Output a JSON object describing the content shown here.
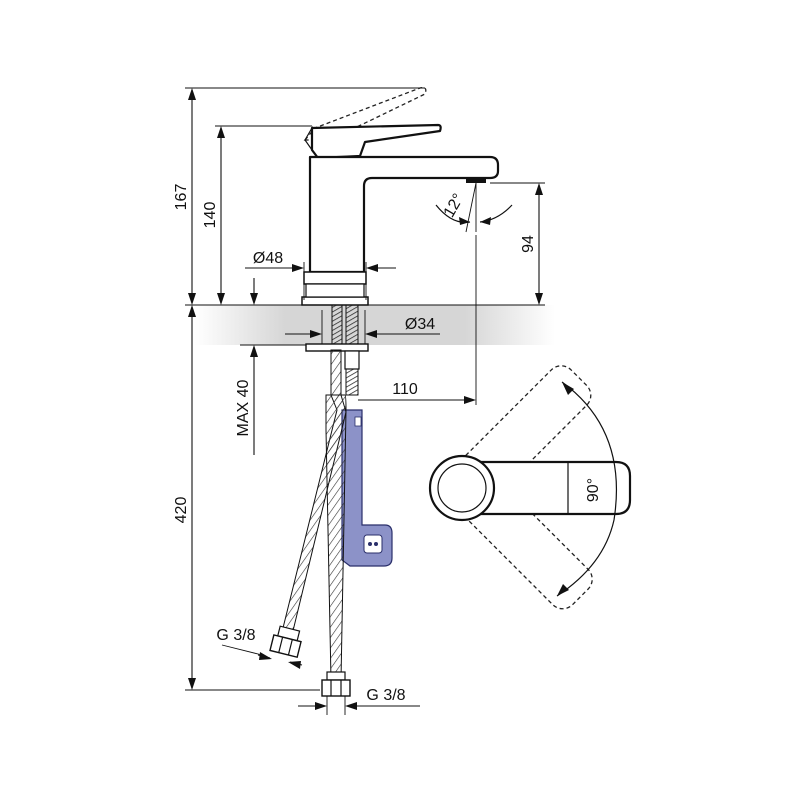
{
  "dimensions": {
    "total_height": "167",
    "body_height": "140",
    "base_diameter": "Ø48",
    "spout_angle": "12°",
    "spout_height": "94",
    "hole_diameter": "Ø34",
    "max_deck_thickness": "MAX 40",
    "spout_reach": "110",
    "hose_length": "420",
    "connection_left": "G 3/8",
    "connection_bottom": "G 3/8",
    "lever_rotation": "90°"
  },
  "colors": {
    "line": "#111111",
    "deck": "#d9d9d9",
    "bracket": "#8c92c8"
  }
}
